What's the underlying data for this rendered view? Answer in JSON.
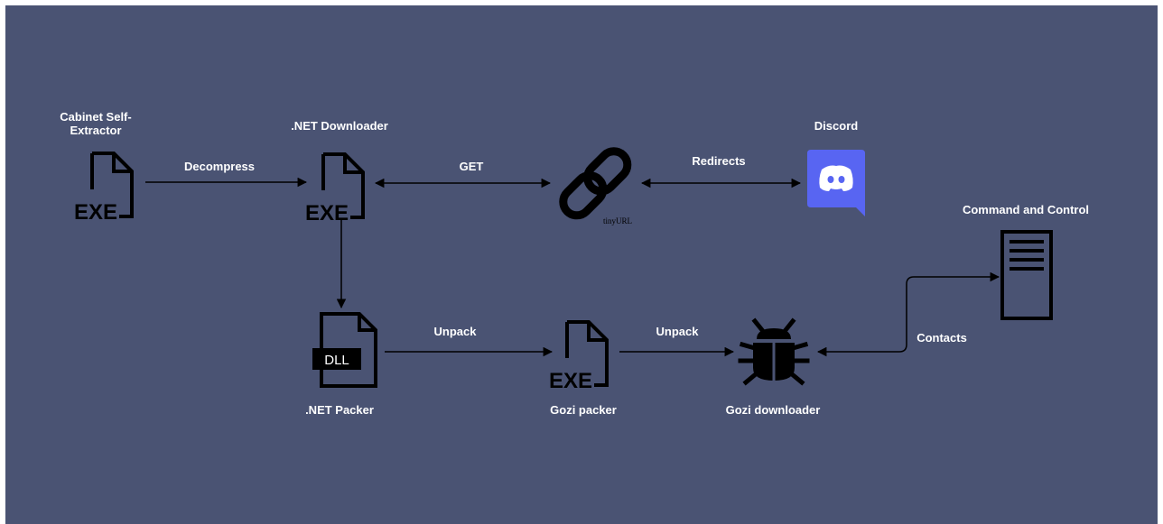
{
  "nodes": {
    "cabinet": {
      "label_line1": "Cabinet Self-",
      "label_line2": "Extractor",
      "icon": "exe-file-icon",
      "icon_text": "EXE"
    },
    "net_downloader": {
      "label": ".NET Downloader",
      "icon": "exe-file-icon",
      "icon_text": "EXE"
    },
    "tinyurl": {
      "label": "tinyURL",
      "icon": "chain-link-icon"
    },
    "discord": {
      "label": "Discord",
      "icon": "discord-logo-icon",
      "color": "#5865f2"
    },
    "c2": {
      "label": "Command and Control",
      "icon": "server-icon"
    },
    "net_packer": {
      "label": ".NET Packer",
      "icon": "dll-file-icon",
      "icon_text": "DLL"
    },
    "gozi_packer": {
      "label": "Gozi packer",
      "icon": "exe-file-icon",
      "icon_text": "EXE"
    },
    "gozi_downloader": {
      "label": "Gozi downloader",
      "icon": "bug-icon"
    }
  },
  "edges": {
    "decompress": "Decompress",
    "get": "GET",
    "redirects": "Redirects",
    "unpack_1": "Unpack",
    "unpack_2": "Unpack",
    "contacts": "Contacts"
  },
  "colors": {
    "background": "#4a5373",
    "ink": "#000000",
    "text": "#ffffff"
  }
}
